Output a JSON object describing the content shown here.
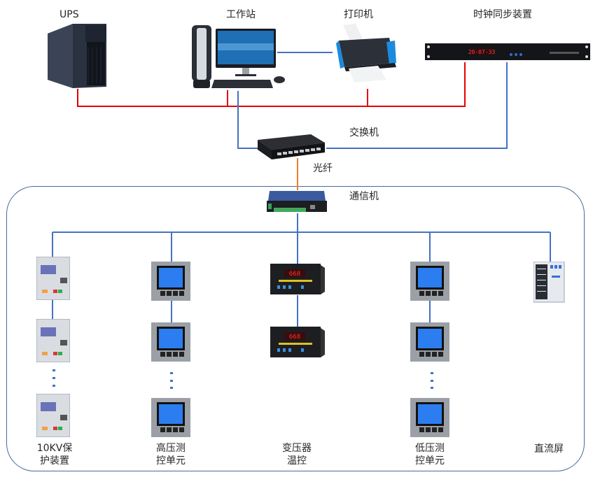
{
  "diagram": {
    "type": "network-topology",
    "top_devices": [
      {
        "id": "ups",
        "label": "UPS"
      },
      {
        "id": "workstation",
        "label": "工作站"
      },
      {
        "id": "printer",
        "label": "打印机"
      },
      {
        "id": "clock-sync",
        "label": "时钟同步装置",
        "display": "20-07-33"
      }
    ],
    "switch": {
      "label": "交换机"
    },
    "fiber": {
      "label": "光纤"
    },
    "comm_unit": {
      "label": "通信机"
    },
    "field_devices": [
      {
        "id": "protection-10kv",
        "label_line1": "10KV保",
        "label_line2": "护装置"
      },
      {
        "id": "hv-measure",
        "label_line1": "高压测",
        "label_line2": "控单元"
      },
      {
        "id": "transformer-temp",
        "label_line1": "变压器",
        "label_line2": "温控"
      },
      {
        "id": "lv-measure",
        "label_line1": "低压测",
        "label_line2": "控单元"
      },
      {
        "id": "dc-panel",
        "label_line1": "直流屏",
        "label_line2": ""
      }
    ],
    "transformer_display": "668",
    "colors": {
      "power_line": "#e60000",
      "data_line": "#4472c4",
      "fiber_line": "#ed7d31",
      "frame": "#4a6a9a"
    },
    "legend_semantics": {
      "red": "power supply",
      "blue": "communication",
      "orange": "optical fiber"
    }
  }
}
